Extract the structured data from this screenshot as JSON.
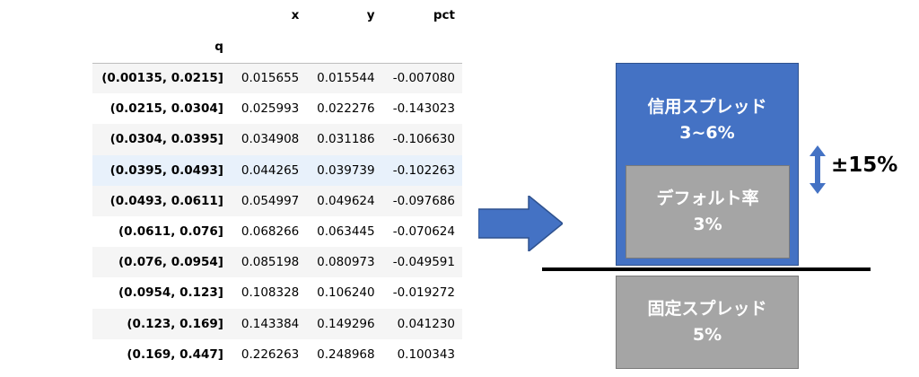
{
  "table": {
    "columns": [
      "x",
      "y",
      "pct"
    ],
    "index_name": "q",
    "rows": [
      {
        "q": "(0.00135, 0.0215]",
        "x": "0.015655",
        "y": "0.015544",
        "pct": "-0.007080"
      },
      {
        "q": "(0.0215, 0.0304]",
        "x": "0.025993",
        "y": "0.022276",
        "pct": "-0.143023"
      },
      {
        "q": "(0.0304, 0.0395]",
        "x": "0.034908",
        "y": "0.031186",
        "pct": "-0.106630"
      },
      {
        "q": "(0.0395, 0.0493]",
        "x": "0.044265",
        "y": "0.039739",
        "pct": "-0.102263"
      },
      {
        "q": "(0.0493, 0.0611]",
        "x": "0.054997",
        "y": "0.049624",
        "pct": "-0.097686"
      },
      {
        "q": "(0.0611, 0.076]",
        "x": "0.068266",
        "y": "0.063445",
        "pct": "-0.070624"
      },
      {
        "q": "(0.076, 0.0954]",
        "x": "0.085198",
        "y": "0.080973",
        "pct": "-0.049591"
      },
      {
        "q": "(0.0954, 0.123]",
        "x": "0.108328",
        "y": "0.106240",
        "pct": "-0.019272"
      },
      {
        "q": "(0.123, 0.169]",
        "x": "0.143384",
        "y": "0.149296",
        "pct": "0.041230"
      },
      {
        "q": "(0.169, 0.447]",
        "x": "0.226263",
        "y": "0.248968",
        "pct": "0.100343"
      }
    ],
    "highlight_row": 3
  },
  "diagram": {
    "credit_spread": {
      "label": "信用スプレッド",
      "value": "3~6%"
    },
    "default_rate": {
      "label": "デフォルト率",
      "value": "3%"
    },
    "fixed_spread": {
      "label": "固定スプレッド",
      "value": "5%"
    },
    "range_label": "±15%"
  },
  "colors": {
    "credit_blue": "#4472c4",
    "box_gray": "#a5a5a5",
    "row_stripe": "#f5f5f5",
    "row_highlight": "#e8f1fb"
  }
}
